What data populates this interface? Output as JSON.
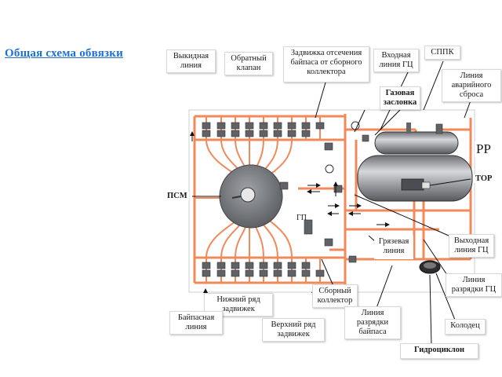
{
  "title": "Общая схема обвязки",
  "labels": {
    "vykidnaya": "Выкидная линия",
    "obratny": "Обратный клапан",
    "zadvizhka": "Задвижка отсечения байпаса от сборного коллектора",
    "vkhodnaya": "Входная линия ГЦ",
    "sppk": "СППК",
    "avariyny": "Линия аварийного сброса",
    "gazovaya": "Газовая заслонка",
    "pp": "РР",
    "tor": "ТОР",
    "psm": "ПСМ",
    "gp": "ГП",
    "gryazevaya": "Грязевая линия",
    "vykhodnaya": "Выходная линия ГЦ",
    "razryadki_gc": "Линия разрядки ГЦ",
    "nizhny": "Нижний ряд задвижек",
    "sborny": "Сборный коллектор",
    "baipasnaya": "Байпасная линия",
    "verkhny": "Верхний ряд задвижек",
    "razryadki_baipasa": "Линия разрядки байпаса",
    "kolodets": "Колодец",
    "gidrotsiklon": "Гидроциклон"
  },
  "colors": {
    "background": "#ffffff",
    "title": "#1f6fd6",
    "pipe": "#f08a5a",
    "panel": "#ffffff",
    "tank": "#8a8d91",
    "arrow": "#111111"
  }
}
